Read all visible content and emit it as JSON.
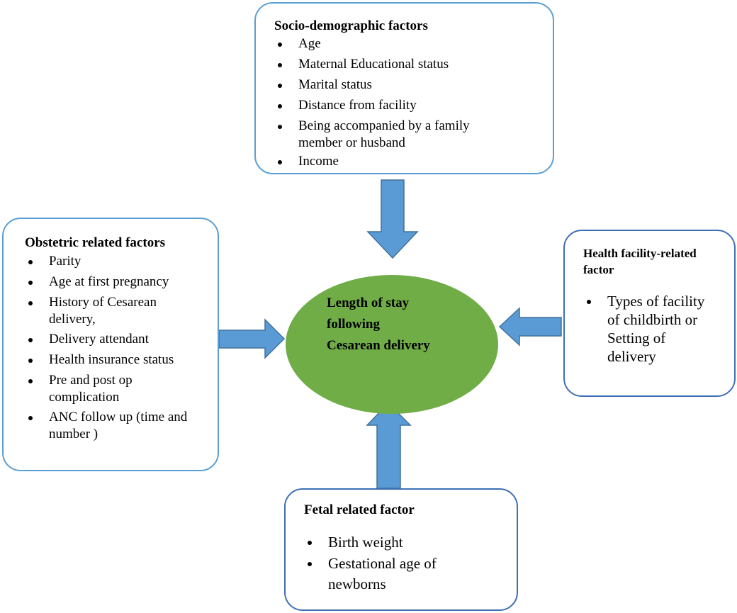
{
  "center": {
    "lines": [
      "Length of stay",
      "following",
      "Cesarean delivery"
    ],
    "fill_color": "#70ad47"
  },
  "socio_demographic": {
    "title": "Socio-demographic factors",
    "items": [
      "Age",
      "Maternal Educational status",
      "Marital status",
      "Distance from facility",
      "Being accompanied by a family member or husband",
      "Income"
    ]
  },
  "obstetric": {
    "title": "Obstetric related factors",
    "items": [
      "Parity",
      "Age at first pregnancy",
      "History of Cesarean delivery,",
      "Delivery attendant",
      "Health insurance status",
      "Pre and post op complication",
      "ANC follow up (time and number )"
    ]
  },
  "health_facility": {
    "title": "Health facility-related factor",
    "items": [
      "Types of facility of childbirth or Setting of delivery"
    ]
  },
  "fetal": {
    "title": "Fetal related factor",
    "items": [
      "Birth weight",
      "Gestational age of newborns"
    ]
  },
  "colors": {
    "arrow_fill": "#5b9bd5",
    "arrow_stroke": "#41719c",
    "box_border_light": "#5a9fd4",
    "box_border_dark": "#3f6fb5"
  }
}
